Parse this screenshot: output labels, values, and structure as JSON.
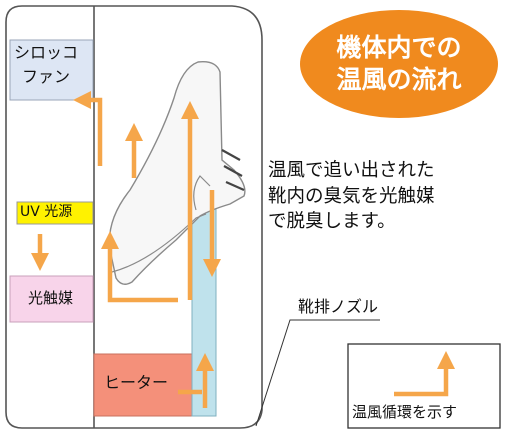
{
  "badge": {
    "line1": "機体内での",
    "line2": "温風の流れ"
  },
  "description": {
    "line1": "温風で追い出された",
    "line2": "靴内の臭気を光触媒",
    "line3": "で脱臭します。"
  },
  "components": {
    "sirocco_fan_line1": "シロッコ",
    "sirocco_fan_line2": "ファン",
    "uv_light": "UV 光源",
    "photocatalyst": "光触媒",
    "heater": "ヒーター",
    "nozzle": "靴排ノズル"
  },
  "legend": {
    "text": "温風循環を示す"
  },
  "colors": {
    "arrow": "#f5a64a",
    "badge": "#f08a1e",
    "fan_box": "#dde6f4",
    "uv_box": "#fff200",
    "photocatalyst_box": "#f8d4ea",
    "heater_box": "#f4907a",
    "nozzle_tube": "#bfe2ec",
    "shoe_purple": "#b784c6"
  }
}
